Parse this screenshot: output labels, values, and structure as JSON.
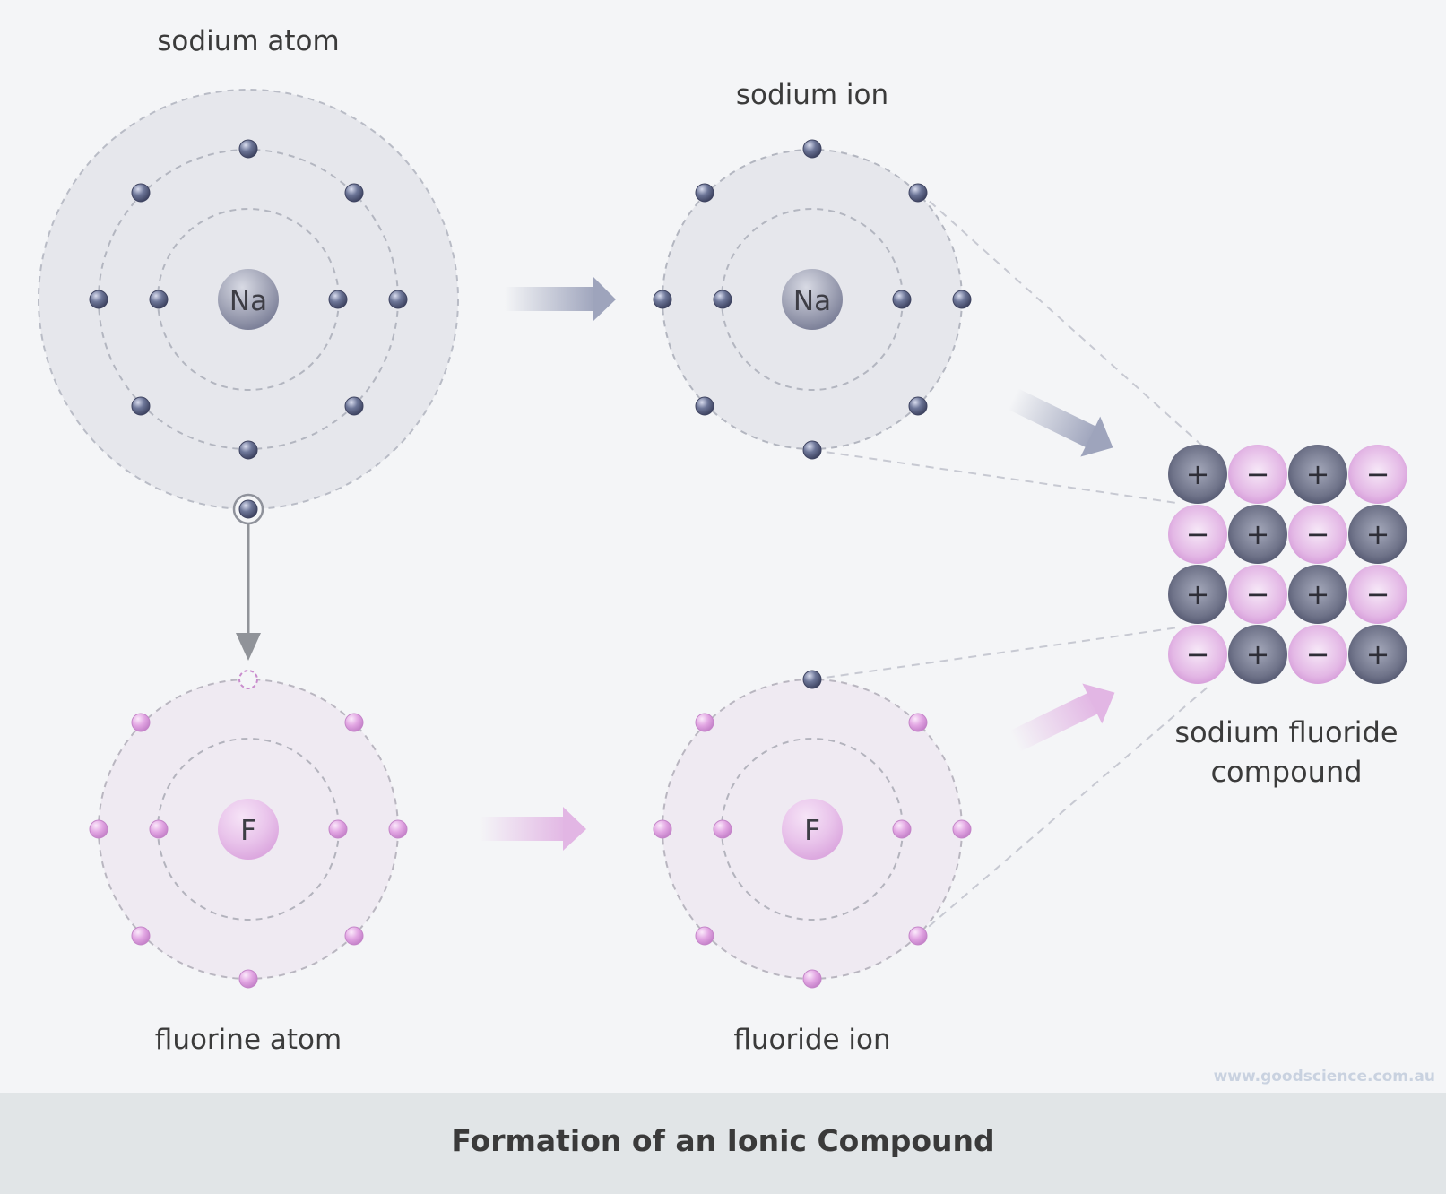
{
  "labels": {
    "sodium_atom": "sodium atom",
    "sodium_ion": "sodium ion",
    "fluorine_atom": "fluorine atom",
    "fluoride_ion": "fluoride ion",
    "compound_line1": "sodium fluoride",
    "compound_line2": "compound"
  },
  "symbols": {
    "sodium": "Na",
    "fluorine": "F",
    "positive": "+",
    "negative": "−"
  },
  "watermark": "www.goodscience.com.au",
  "footer": {
    "title": "Formation of an Ionic Compound"
  },
  "lattice": [
    [
      "+",
      "−",
      "+",
      "−"
    ],
    [
      "−",
      "+",
      "−",
      "+"
    ],
    [
      "+",
      "−",
      "+",
      "−"
    ],
    [
      "−",
      "+",
      "−",
      "+"
    ]
  ],
  "colors": {
    "background": "#f4f5f7",
    "footer_background": "#e1e5e7",
    "sodium_electron": "#5a6283",
    "fluorine_electron": "#d69ad8",
    "sodium_cloud": "#e6e7ec",
    "fluorine_cloud": "#efeaf2",
    "cation_sphere": "#6c7088",
    "anion_sphere": "#dca8df"
  }
}
